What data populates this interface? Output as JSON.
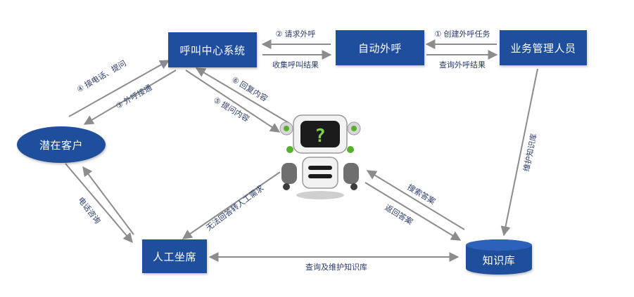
{
  "nodes": {
    "call_center": "呼叫中心系统",
    "auto_call": "自动外呼",
    "business_staff": "业务管理人员",
    "potential_customer": "潜在客户",
    "human_agent": "人工坐席",
    "knowledge_base": "知识库"
  },
  "edges": {
    "request_outbound": "② 请求外呼",
    "collect_results": "收集呼叫结果",
    "create_task": "① 创建外呼任务",
    "query_results": "查询外呼结果",
    "incoming_call": "④ 接电话、提问",
    "outbound_call": "③ 外呼接通",
    "question_text": "⑤ 提问内容",
    "answer_text": "⑥ 回复内容",
    "phone_answer": "电话咨询",
    "no_answer_transfer": "无法回答转人工需求",
    "maintain_kb": "维护知识库",
    "search_answer": "搜索答案",
    "return_answer": "返回答案",
    "query_maintain_kb": "查询及维护知识库"
  },
  "colors": {
    "node_fill": "#1f4e9c",
    "arrow": "#8c8c8c",
    "label_text": "#2a3b66"
  },
  "icons": {
    "robot": "robot-icon"
  }
}
